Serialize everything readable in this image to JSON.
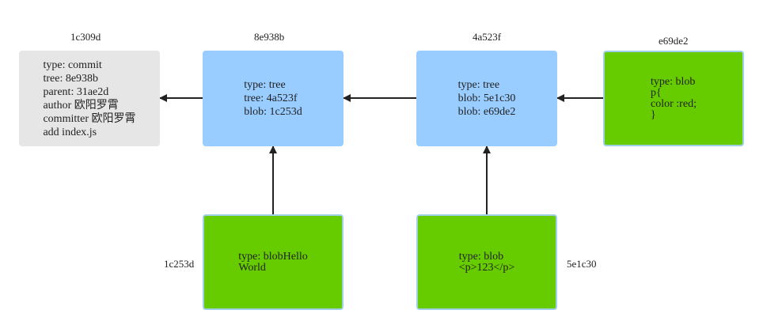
{
  "nodes": {
    "commit": {
      "hash": "1c309d",
      "lines": "type: commit\ntree: 8e938b\nparent: 31ae2d\nauthor 欧阳罗霄\ncommitter 欧阳罗霄\nadd index.js"
    },
    "tree_root": {
      "hash": "8e938b",
      "lines": "type: tree\ntree: 4a523f\nblob: 1c253d"
    },
    "tree_sub": {
      "hash": "4a523f",
      "lines": "type: tree\nblob: 5e1c30\nblob: e69de2"
    },
    "blob_css": {
      "hash": "e69de2",
      "lines": "type: blob\np{\ncolor :red;\n}"
    },
    "blob_hello": {
      "hash": "1c253d",
      "lines": "type: blobHello\nWorld"
    },
    "blob_p": {
      "hash": "5e1c30",
      "lines": "type: blob\n<p>123</p>"
    }
  },
  "colors": {
    "commit": "#e6e6e6",
    "tree": "#99ccff",
    "blob": "#66cc00",
    "blob_border": "#9fd0e8",
    "edge": "#222222"
  }
}
